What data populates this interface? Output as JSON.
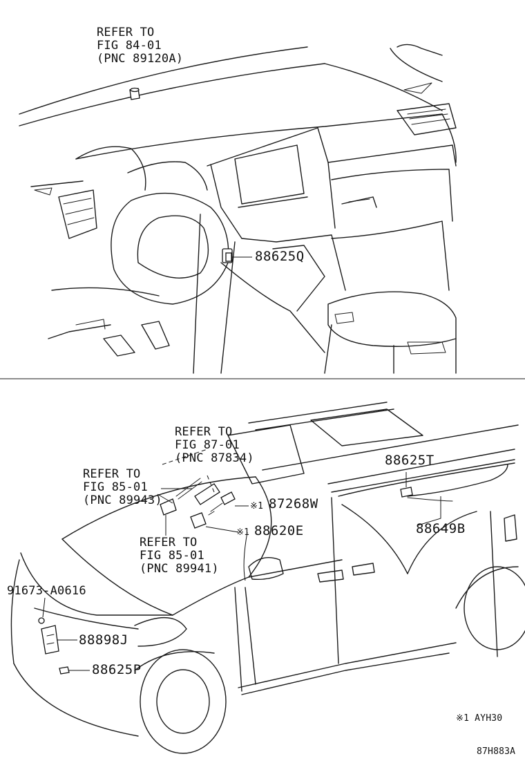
{
  "refs": {
    "top_ref": [
      "REFER TO",
      "FIG 84-01",
      "(PNC 89120A)"
    ],
    "ref_87": [
      "REFER TO",
      "FIG 87-01",
      "(PNC 87834)"
    ],
    "ref_85_89943": [
      "REFER TO",
      "FIG 85-01",
      "(PNC 89943)"
    ],
    "ref_85_89941": [
      "REFER TO",
      "FIG 85-01",
      "(PNC 89941)"
    ]
  },
  "parts": {
    "p88625Q": "88625Q",
    "p88625T": "88625T",
    "p87268W": "87268W",
    "p88620E": "88620E",
    "p88649B": "88649B",
    "p91673": "91673-A0616",
    "p88898J": "88898J",
    "p88625P": "88625P"
  },
  "marks": {
    "note_mark": "※1",
    "footnote": "※1 AYH30"
  },
  "figure_id": "87H883A"
}
